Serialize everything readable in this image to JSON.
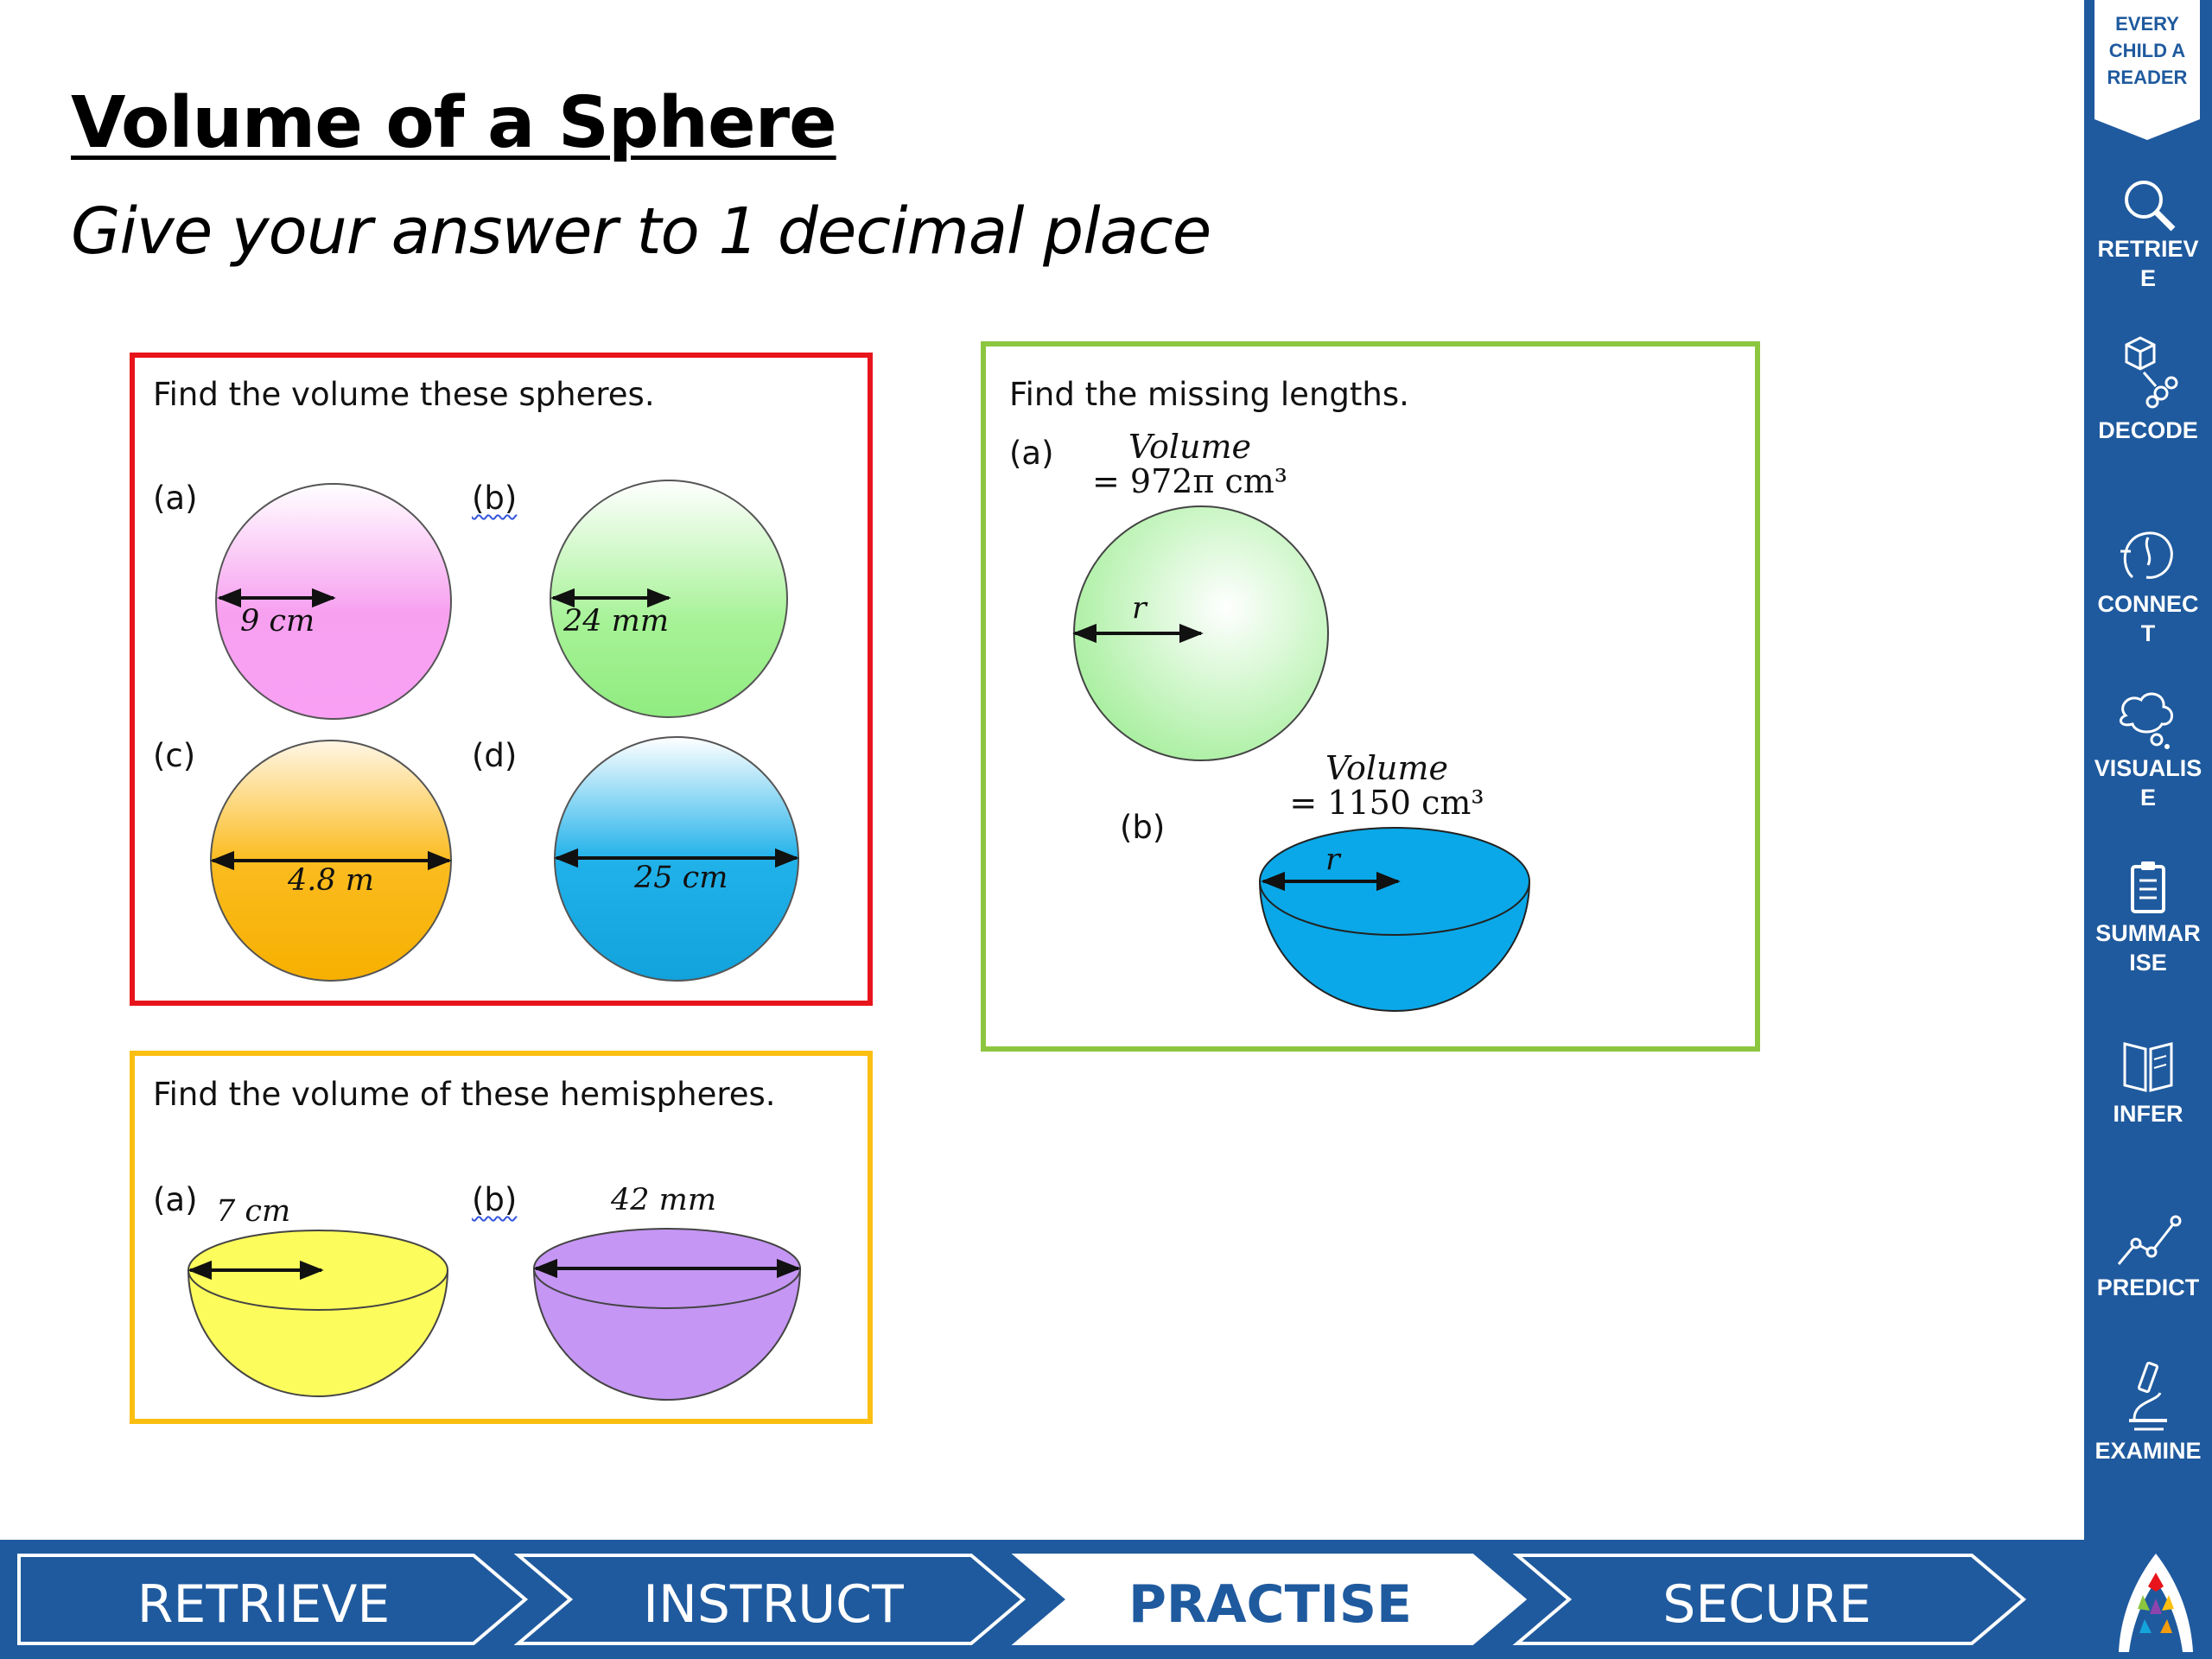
{
  "header": {
    "title": "Volume of a Sphere",
    "subtitle": "Give your answer to 1 decimal place"
  },
  "spheres_task": {
    "heading": "Find the volume these spheres.",
    "items": [
      {
        "label": "(a)",
        "measure": "9 cm",
        "color": "#f7a0f0"
      },
      {
        "label": "(b)",
        "measure": "24 mm",
        "color": "#98f08a"
      },
      {
        "label": "(c)",
        "measure": "4.8 m",
        "color": "#f7b000"
      },
      {
        "label": "(d)",
        "measure": "25 cm",
        "color": "#14a4dc"
      }
    ]
  },
  "hemispheres_task": {
    "heading": "Find the volume of these hemispheres.",
    "items": [
      {
        "label": "(a)",
        "measure": "7 cm",
        "color": "#fcfc5c"
      },
      {
        "label": "(b)",
        "measure": "42 mm",
        "color": "#c596f4"
      }
    ]
  },
  "missing_task": {
    "heading": "Find the missing lengths.",
    "items": [
      {
        "label": "(a)",
        "volume_word": "Volume",
        "volume_value": "= 972π cm³",
        "unknown": "r",
        "color": "#a8f0a0"
      },
      {
        "label": "(b)",
        "volume_word": "Volume",
        "volume_value": "= 1150 cm³",
        "unknown": "r",
        "color": "#0aa8e8"
      }
    ]
  },
  "sidebar": {
    "badge": [
      "EVERY",
      "CHILD A",
      "READER"
    ],
    "items": [
      {
        "label_lines": [
          "RETRIEV",
          "E"
        ],
        "icon": "magnifier-icon"
      },
      {
        "label_lines": [
          "DECODE"
        ],
        "icon": "cube-decode-icon"
      },
      {
        "label_lines": [
          "CONNEC",
          "T"
        ],
        "icon": "brain-connect-icon"
      },
      {
        "label_lines": [
          "VISUALIS",
          "E"
        ],
        "icon": "thought-cloud-icon"
      },
      {
        "label_lines": [
          "SUMMAR",
          "ISE"
        ],
        "icon": "clipboard-icon"
      },
      {
        "label_lines": [
          "INFER"
        ],
        "icon": "book-icon"
      },
      {
        "label_lines": [
          "PREDICT"
        ],
        "icon": "trend-line-icon"
      },
      {
        "label_lines": [
          "EXAMINE"
        ],
        "icon": "microscope-icon"
      }
    ]
  },
  "stages": {
    "items": [
      {
        "label": "RETRIEVE",
        "active": false
      },
      {
        "label": "INSTRUCT",
        "active": false
      },
      {
        "label": "PRACTISE",
        "active": true
      },
      {
        "label": "SECURE",
        "active": false
      }
    ],
    "logo": "school-logo-icon",
    "colors": {
      "brand": "#1f5a9e",
      "active_bg": "#ffffff",
      "inactive_text": "#ffffff"
    }
  }
}
